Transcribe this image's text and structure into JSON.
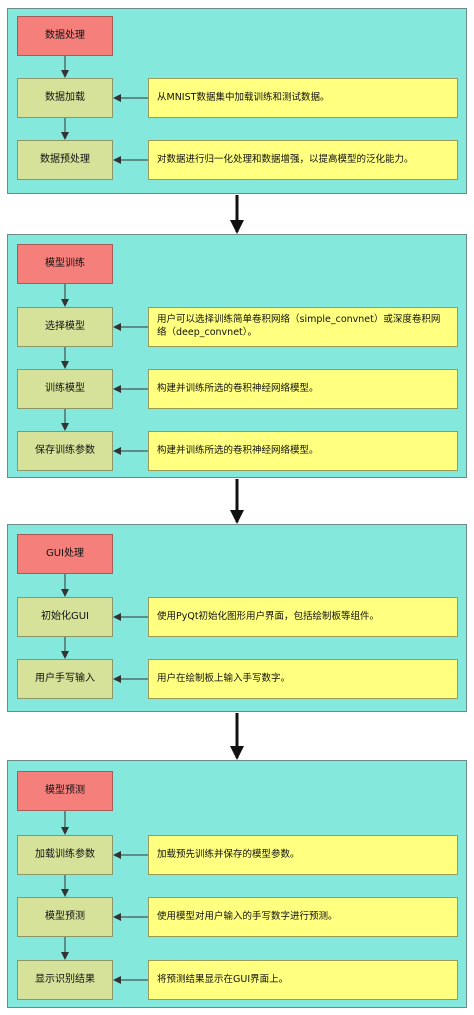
{
  "sections": [
    {
      "title": "数据处理",
      "steps": [
        {
          "label": "数据加载",
          "note": "从MNIST数据集中加载训练和测试数据。"
        },
        {
          "label": "数据预处理",
          "note": "对数据进行归一化处理和数据增强，以提高模型的泛化能力。"
        }
      ]
    },
    {
      "title": "模型训练",
      "steps": [
        {
          "label": "选择模型",
          "note": "用户可以选择训练简单卷积网络（simple_convnet）或深度卷积网络（deep_convnet）。"
        },
        {
          "label": "训练模型",
          "note": "构建并训练所选的卷积神经网络模型。"
        },
        {
          "label": "保存训练参数",
          "note": "构建并训练所选的卷积神经网络模型。"
        }
      ]
    },
    {
      "title": "GUI处理",
      "steps": [
        {
          "label": "初始化GUI",
          "note": "使用PyQt初始化图形用户界面，包括绘制板等组件。"
        },
        {
          "label": "用户手写输入",
          "note": "用户在绘制板上输入手写数字。"
        }
      ]
    },
    {
      "title": "模型预测",
      "steps": [
        {
          "label": "加载训练参数",
          "note": "加载预先训练并保存的模型参数。"
        },
        {
          "label": "模型预测",
          "note": "使用模型对用户输入的手写数字进行预测。"
        },
        {
          "label": "显示识别结果",
          "note": "将预测结果显示在GUI界面上。"
        }
      ]
    }
  ]
}
